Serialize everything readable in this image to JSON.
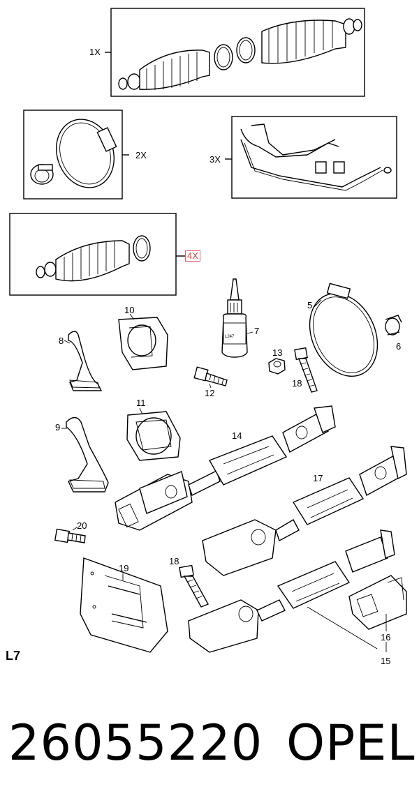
{
  "callouts": {
    "c1x": "1X",
    "c2x": "2X",
    "c3x": "3X",
    "c4x": "4X",
    "c5": "5",
    "c6": "6",
    "c7": "7",
    "c8": "8",
    "c9": "9",
    "c10": "10",
    "c11": "11",
    "c12": "12",
    "c13": "13",
    "c14": "14",
    "c15": "15",
    "c16": "16",
    "c17": "17",
    "c18a": "18",
    "c18b": "18",
    "c19": "19",
    "c20": "20"
  },
  "bottle_label": "L247",
  "sheet_ref": "L7",
  "footer": {
    "part_number": "26055220",
    "brand": "OPEL"
  },
  "highlight_color": "#d04040"
}
